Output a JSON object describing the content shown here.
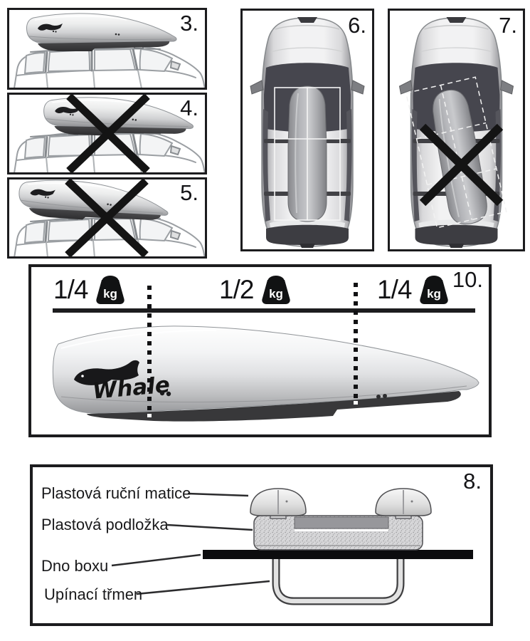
{
  "panels": {
    "p3": {
      "number": "3.",
      "crossed_out": false
    },
    "p4": {
      "number": "4.",
      "crossed_out": true
    },
    "p5": {
      "number": "5.",
      "crossed_out": true
    },
    "p6": {
      "number": "6.",
      "crossed_out": false
    },
    "p7": {
      "number": "7.",
      "crossed_out": true
    },
    "p10": {
      "number": "10.",
      "load_zones": [
        {
          "fraction": "1/4",
          "unit": "kg"
        },
        {
          "fraction": "1/2",
          "unit": "kg"
        },
        {
          "fraction": "1/4",
          "unit": "kg"
        }
      ],
      "brand": "Whale"
    },
    "p8": {
      "number": "8.",
      "labels": {
        "hand_nut": "Plastová ruční matice",
        "washer": "Plastová podložka",
        "box_floor": "Dno boxu",
        "clamp": "Upínací třmen"
      }
    }
  },
  "colors": {
    "panel_border": "#1c1c1e",
    "cross_mark": "#141414",
    "glass_dark": "#46464e",
    "load_line": "#1d1d1f"
  }
}
